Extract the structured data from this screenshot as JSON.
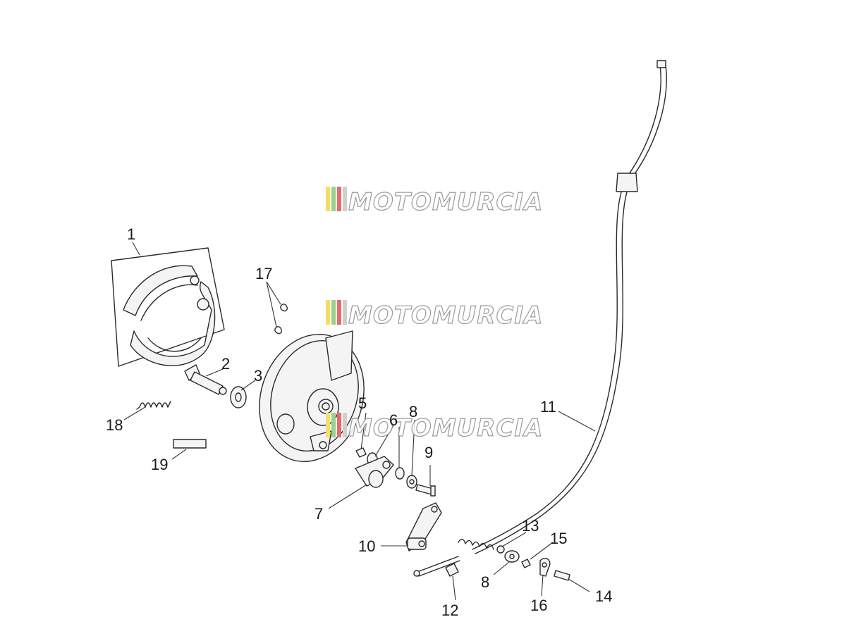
{
  "watermark": {
    "text": "MOTOMURCIA",
    "stripe_colors": [
      "#f2de6a",
      "#9bd28a",
      "#e86a6a",
      "#cfcfcf"
    ]
  },
  "callouts": [
    {
      "id": "1",
      "text": "1"
    },
    {
      "id": "2",
      "text": "2"
    },
    {
      "id": "3",
      "text": "3"
    },
    {
      "id": "5",
      "text": "5"
    },
    {
      "id": "6",
      "text": "6"
    },
    {
      "id": "7",
      "text": "7"
    },
    {
      "id": "8a",
      "text": "8"
    },
    {
      "id": "8b",
      "text": "8"
    },
    {
      "id": "9",
      "text": "9"
    },
    {
      "id": "10",
      "text": "10"
    },
    {
      "id": "11",
      "text": "11"
    },
    {
      "id": "12",
      "text": "12"
    },
    {
      "id": "13",
      "text": "13"
    },
    {
      "id": "14",
      "text": "14"
    },
    {
      "id": "15",
      "text": "15"
    },
    {
      "id": "16",
      "text": "16"
    },
    {
      "id": "17",
      "text": "17"
    },
    {
      "id": "18",
      "text": "18"
    },
    {
      "id": "19",
      "text": "19"
    }
  ]
}
